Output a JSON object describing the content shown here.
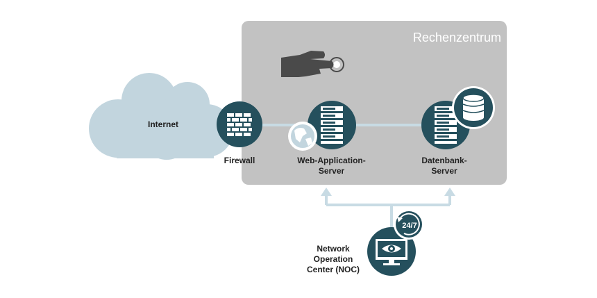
{
  "datacenter": {
    "title": "Rechenzentrum"
  },
  "nodes": {
    "internet": {
      "label": "Internet"
    },
    "firewall": {
      "label": "Firewall"
    },
    "webserver": {
      "label_line1": "Web-Application-",
      "label_line2": "Server"
    },
    "dbserver": {
      "label_line1": "Datenbank-",
      "label_line2": "Server"
    },
    "noc": {
      "label_line1": "Network",
      "label_line2": "Operation",
      "label_line3": "Center (NOC)"
    }
  },
  "badges": {
    "availability": "24/7"
  },
  "colors": {
    "cloud": "#c2d5de",
    "datacenter_bg": "#c2c2c2",
    "node": "#25505d",
    "connector": "#c8dbe4",
    "hand": "#4a4a4a"
  }
}
